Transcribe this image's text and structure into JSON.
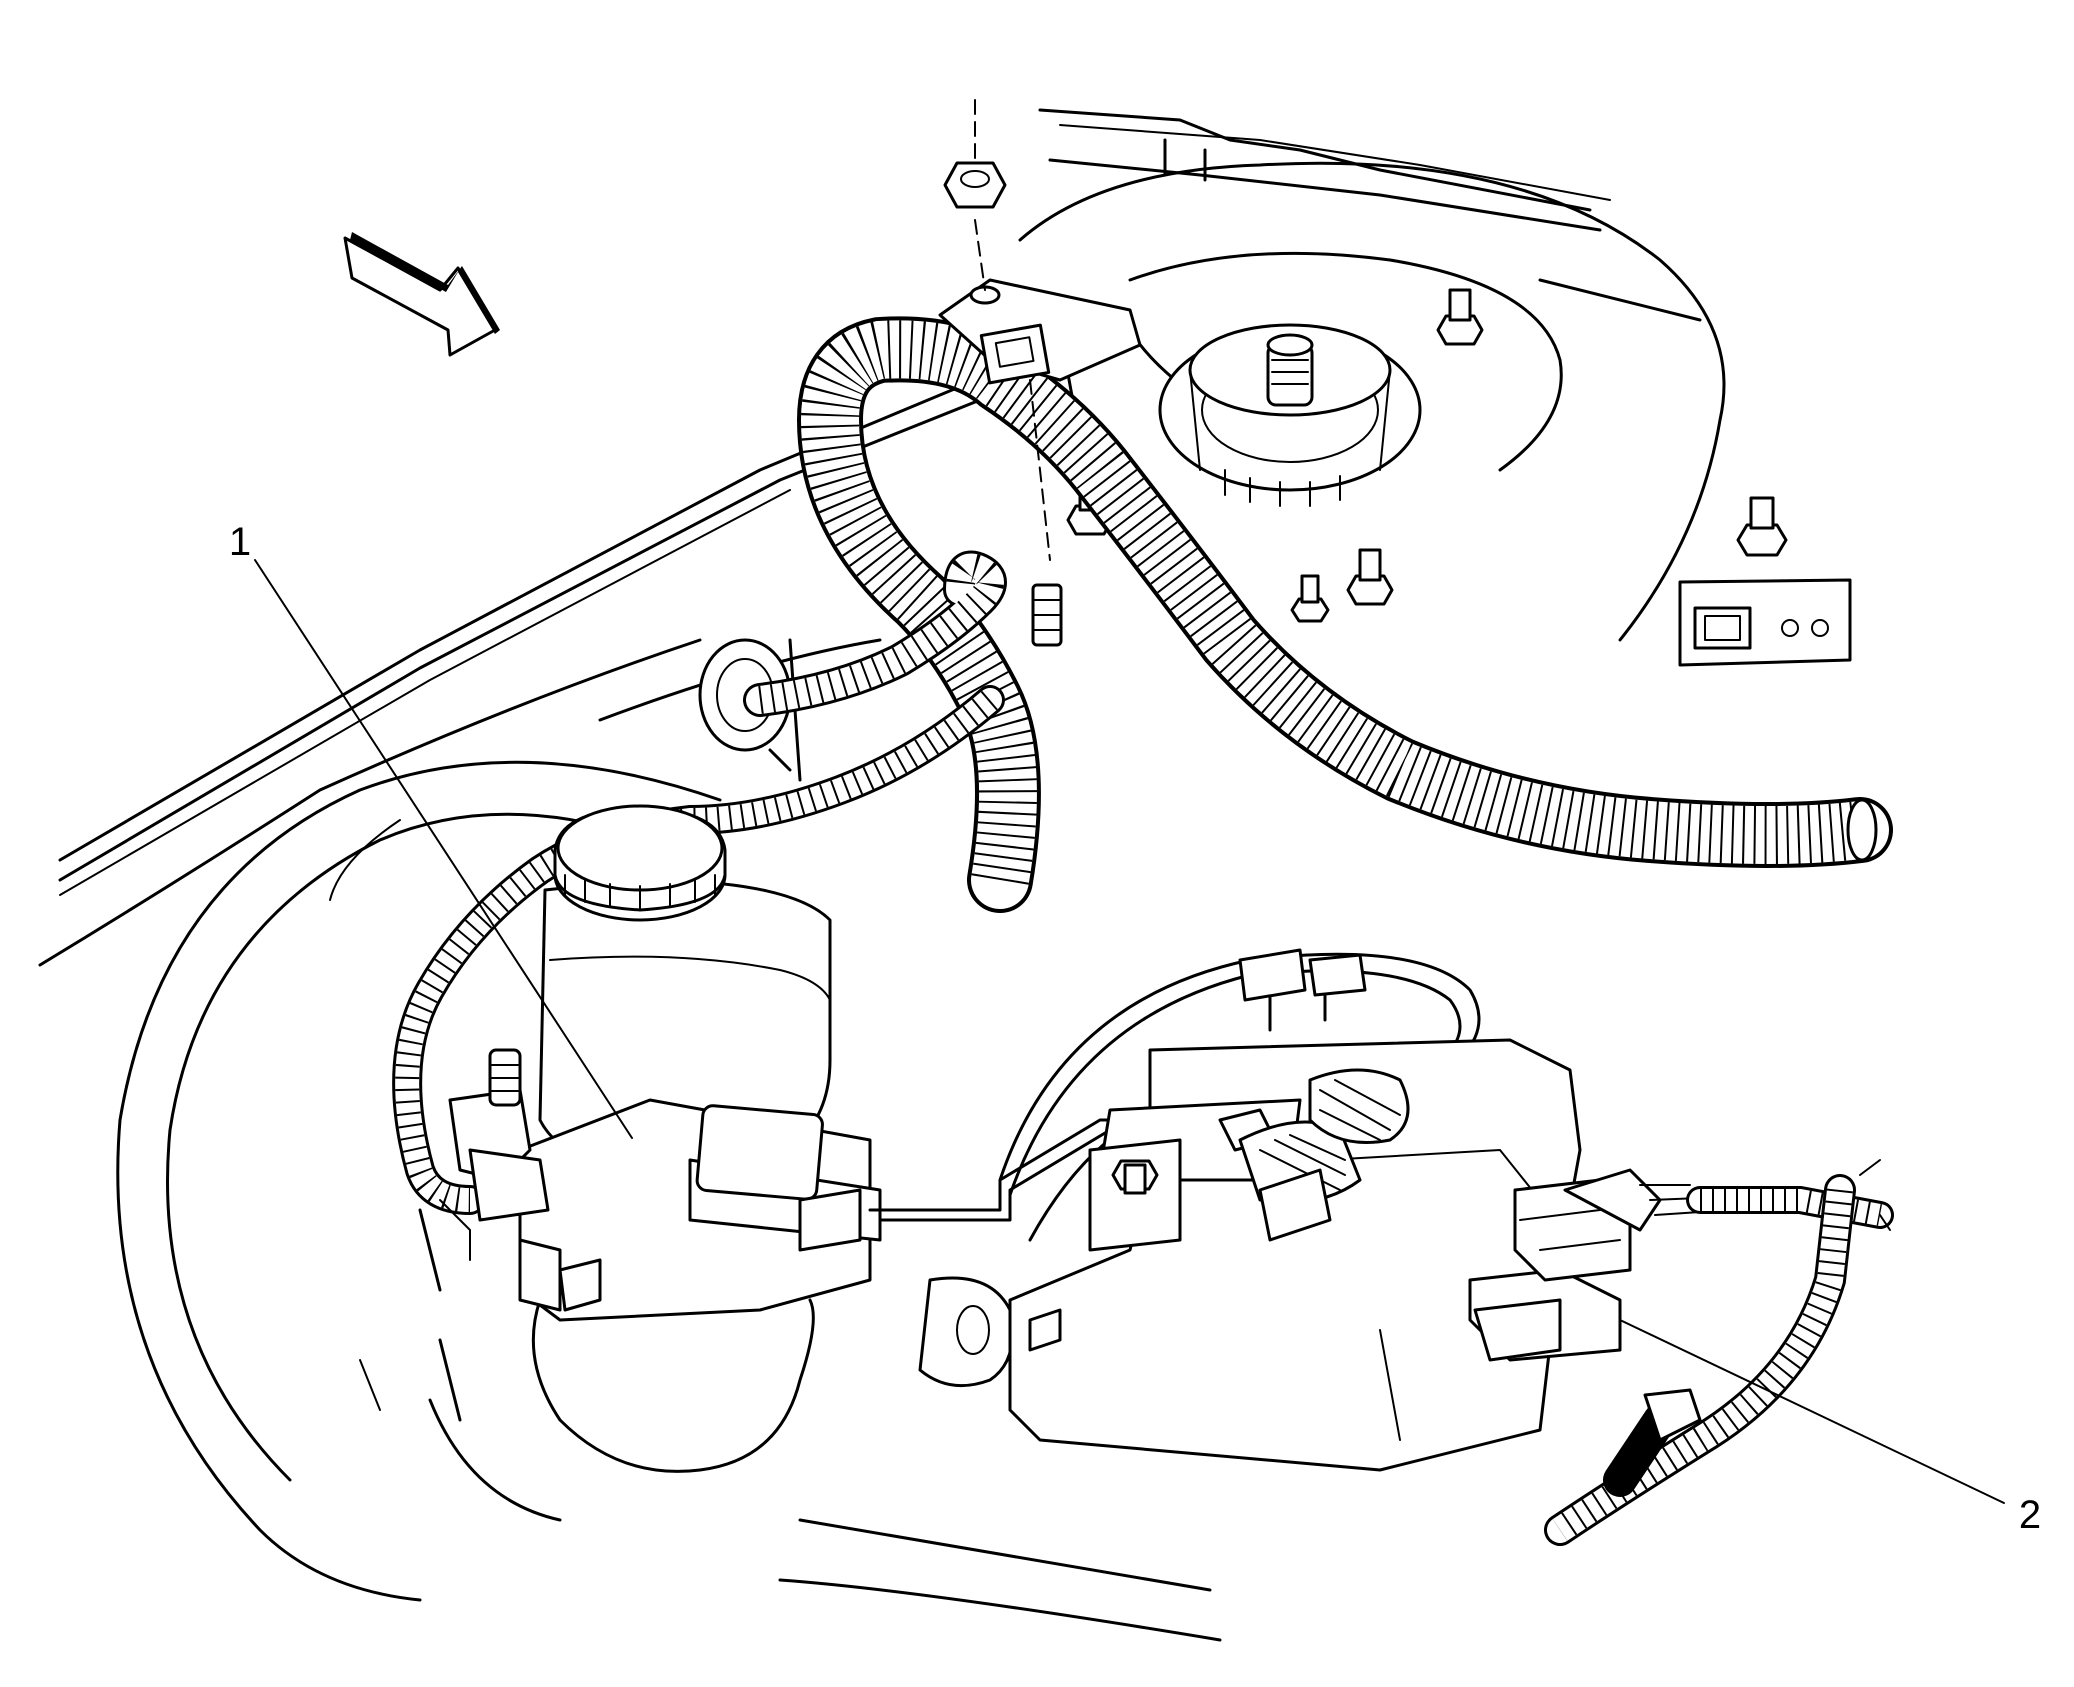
{
  "callouts": [
    {
      "number": "1",
      "component": "brake-master-cylinder-fitting"
    },
    {
      "number": "2",
      "component": "abs-module-connector"
    }
  ],
  "icons": {
    "direction_arrow": "front-of-vehicle-arrow-icon"
  },
  "colors": {
    "ink": "#000000",
    "paper": "#ffffff"
  }
}
